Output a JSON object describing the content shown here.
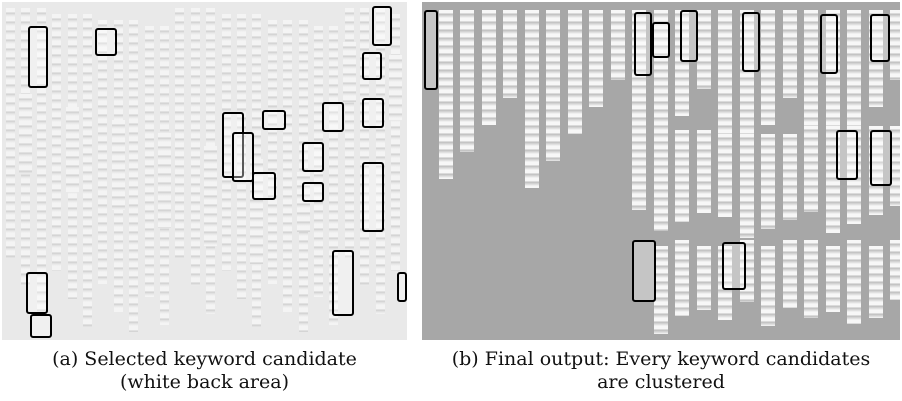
{
  "figure": {
    "panel_a": {
      "label": "(a)",
      "caption_line1": "Selected keyword candidate",
      "caption_line2": "(white back area)",
      "content": "handwritten Japanese document image with keyword candidates highlighted"
    },
    "panel_b": {
      "label": "(b)",
      "caption_line1": "Final output: Every keyword candidates",
      "caption_line2": "are clustered",
      "content": "clustered keyword image strips on gray background"
    }
  }
}
